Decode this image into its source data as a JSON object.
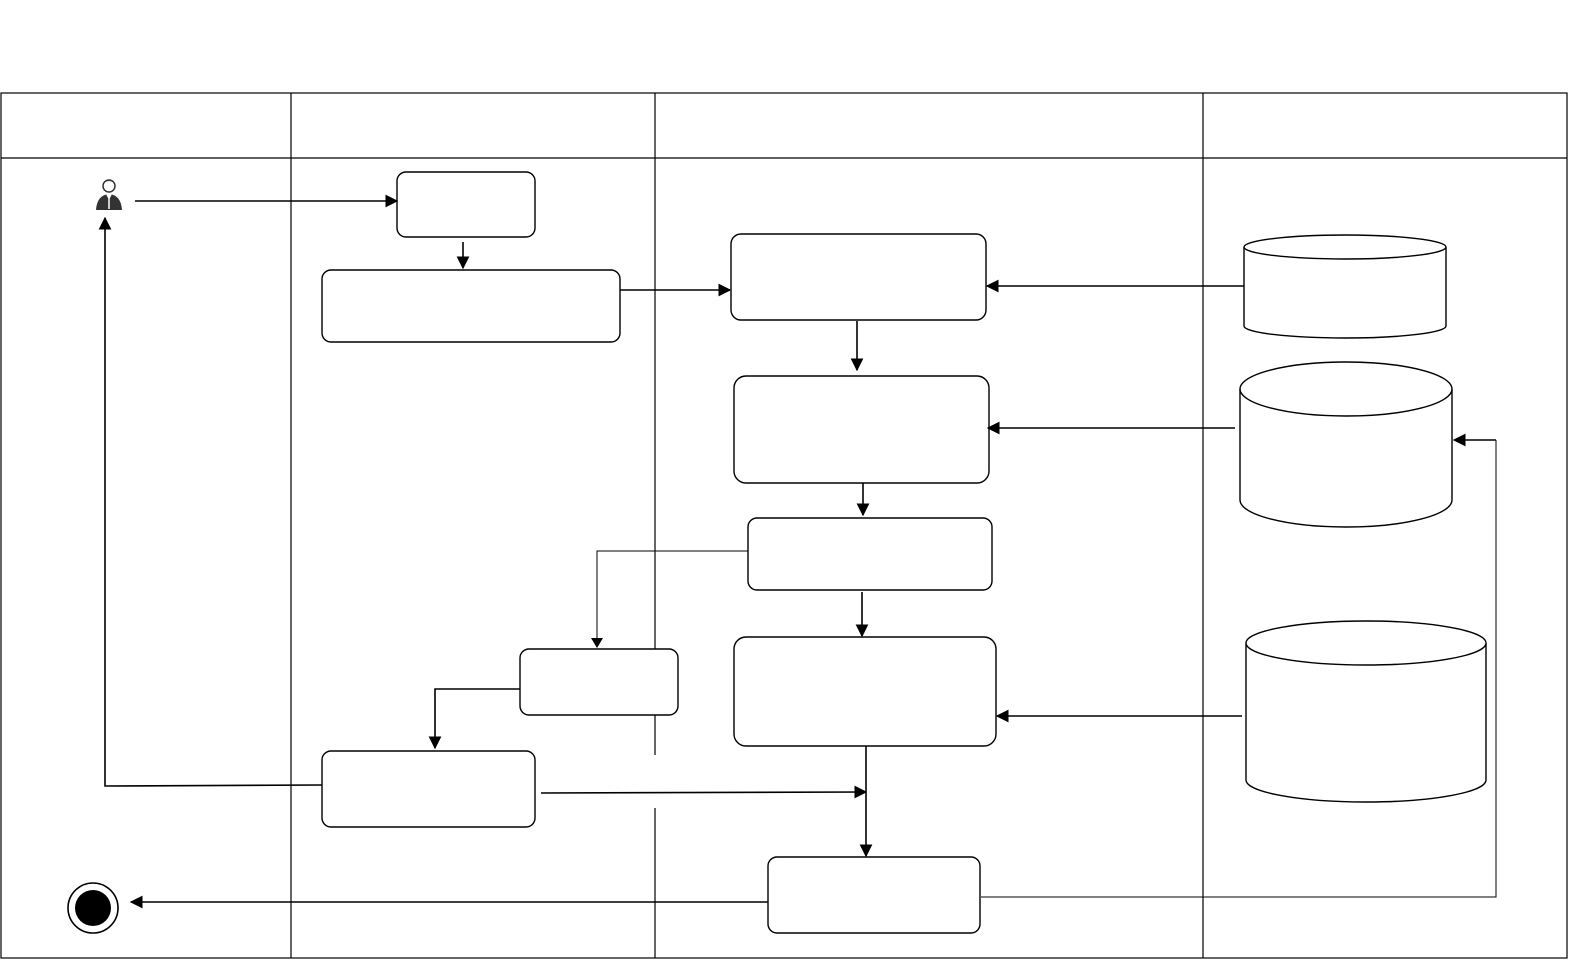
{
  "diagram": {
    "type": "swimlane-activity-diagram",
    "lanes": [
      {
        "id": "lane-1",
        "label": ""
      },
      {
        "id": "lane-2",
        "label": ""
      },
      {
        "id": "lane-3",
        "label": ""
      },
      {
        "id": "lane-4",
        "label": ""
      }
    ],
    "nodes": [
      {
        "id": "actor",
        "kind": "actor-icon",
        "label": ""
      },
      {
        "id": "n1",
        "kind": "activity",
        "label": ""
      },
      {
        "id": "n2",
        "kind": "activity",
        "label": ""
      },
      {
        "id": "n3",
        "kind": "activity",
        "label": ""
      },
      {
        "id": "n4",
        "kind": "activity",
        "label": ""
      },
      {
        "id": "n5",
        "kind": "activity",
        "label": ""
      },
      {
        "id": "n6",
        "kind": "activity",
        "label": ""
      },
      {
        "id": "n7",
        "kind": "activity",
        "label": ""
      },
      {
        "id": "n8",
        "kind": "activity",
        "label": ""
      },
      {
        "id": "n9",
        "kind": "activity",
        "label": ""
      },
      {
        "id": "db1",
        "kind": "database",
        "label": ""
      },
      {
        "id": "db2",
        "kind": "database",
        "label": ""
      },
      {
        "id": "db3",
        "kind": "database",
        "label": ""
      },
      {
        "id": "end",
        "kind": "final-node",
        "label": ""
      }
    ],
    "colors": {
      "stroke": "#000000",
      "fill": "#ffffff"
    }
  }
}
